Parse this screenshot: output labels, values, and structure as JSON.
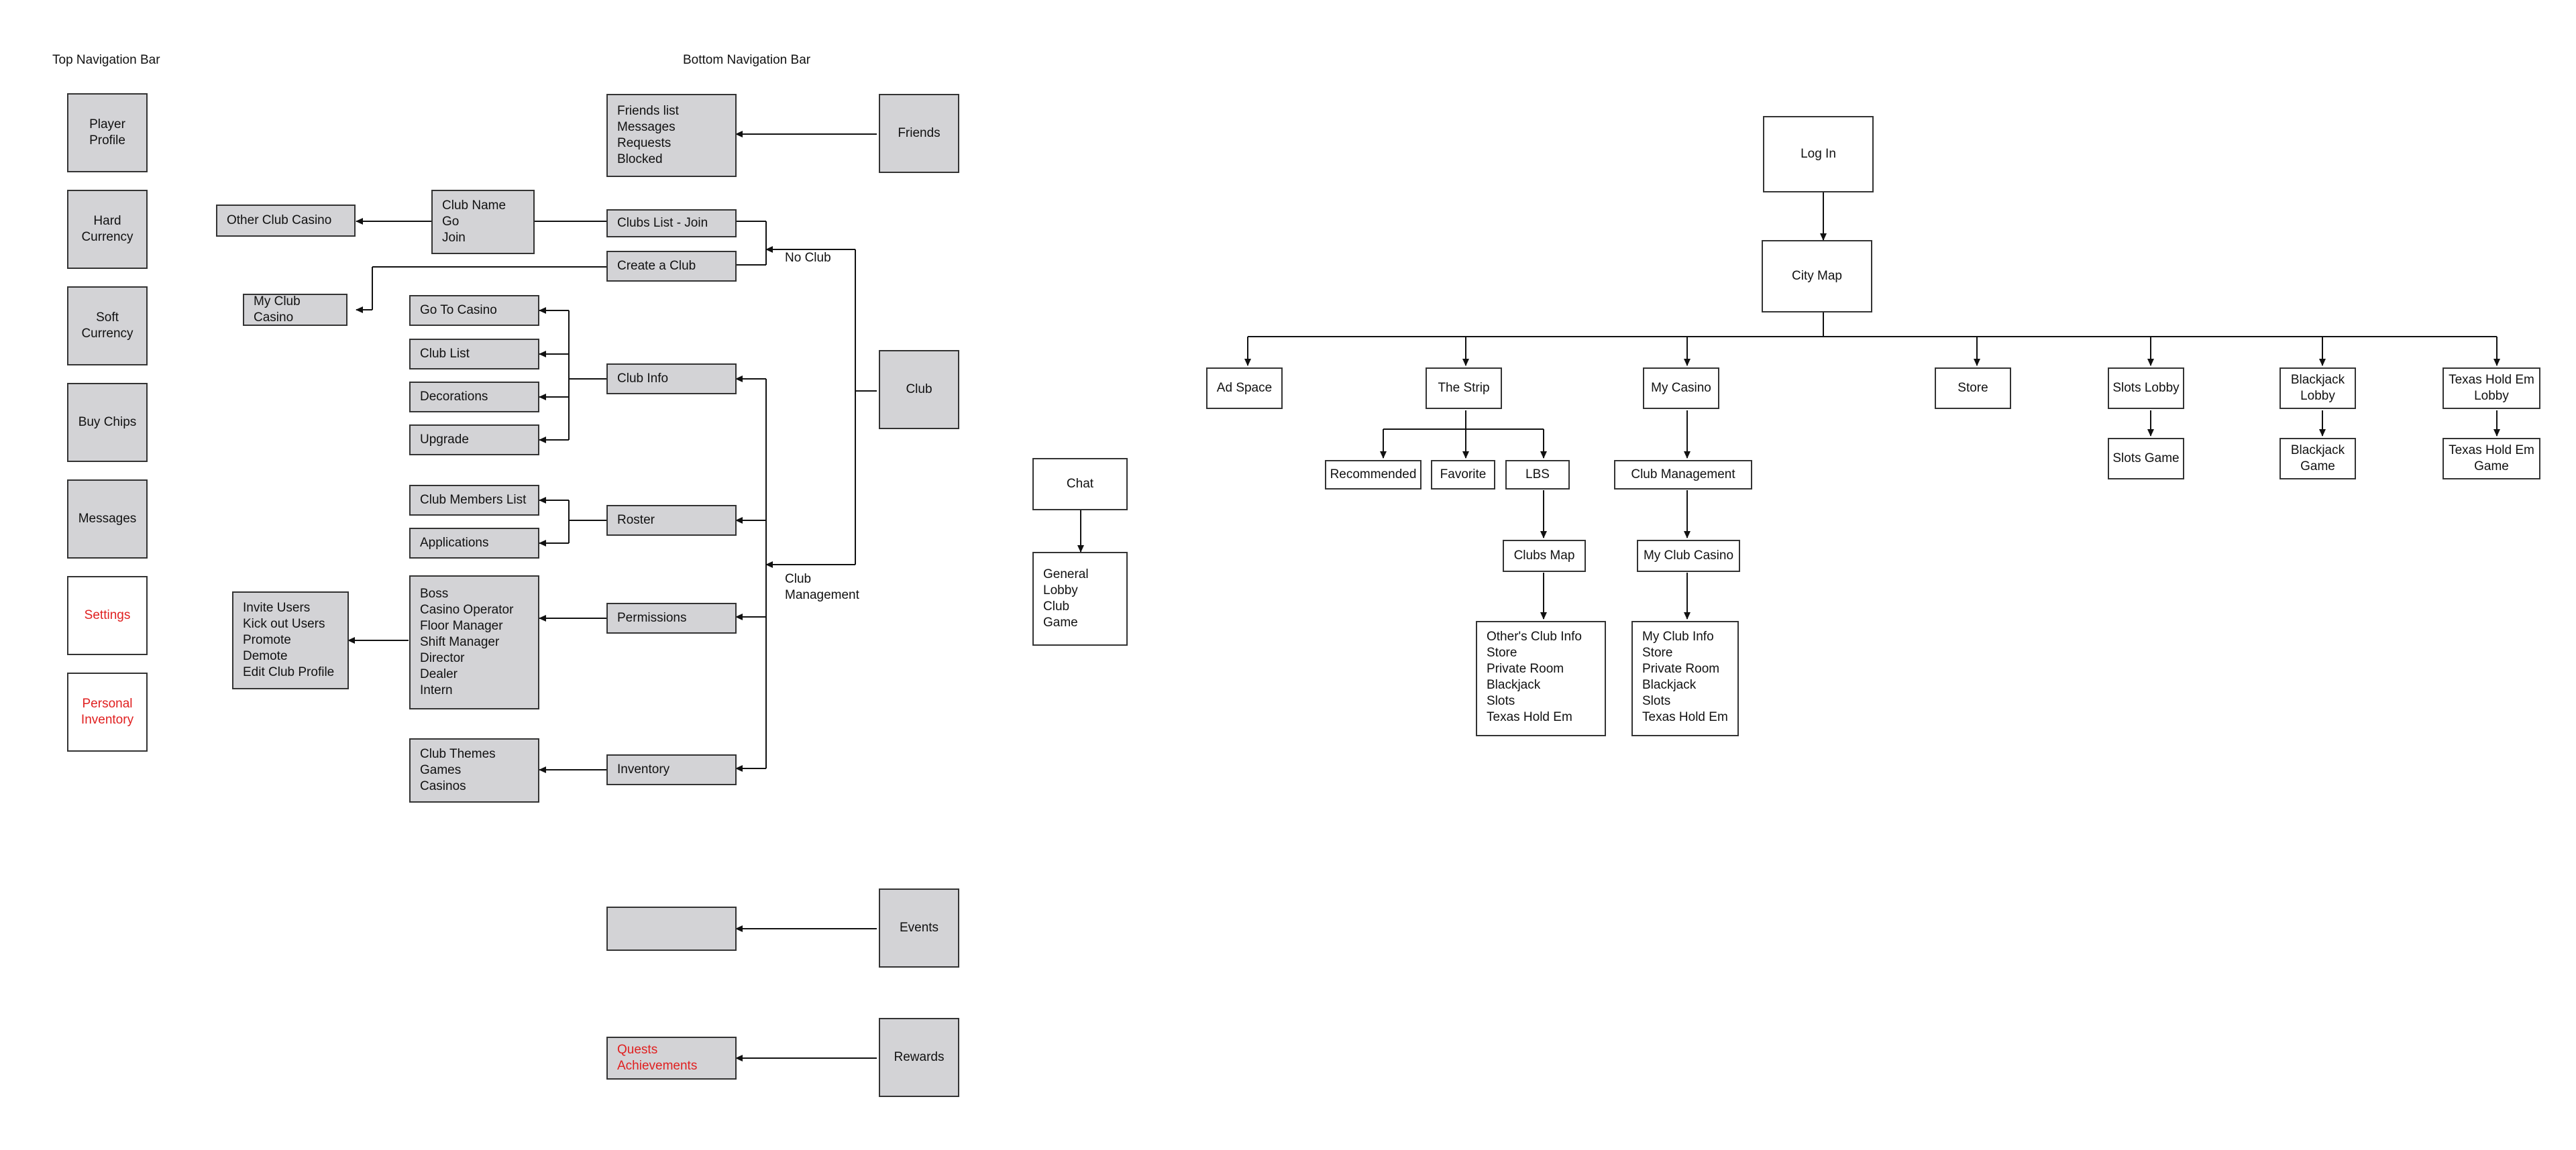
{
  "headers": {
    "top_nav": "Top Navigation Bar",
    "bottom_nav": "Bottom Navigation Bar"
  },
  "top_nav": [
    "Player Profile",
    "Hard Currency",
    "Soft Currency",
    "Buy Chips",
    "Messages",
    "Settings",
    "Personal Inventory"
  ],
  "bottom_nav": {
    "friends": "Friends",
    "friends_list": [
      "Friends list",
      "Messages",
      "Requests",
      "Blocked"
    ],
    "club": "Club",
    "no_club": "No Club",
    "club_management": "Club Management",
    "clubs_list_join": "Clubs List - Join",
    "create_club": "Create a Club",
    "club_name_list": [
      "Club Name",
      "Go",
      "Join"
    ],
    "other_club_casino": "Other Club Casino",
    "my_club_casino": "My Club Casino",
    "club_info": "Club Info",
    "club_info_items": [
      "Go To Casino",
      "Club List",
      "Decorations",
      "Upgrade"
    ],
    "roster": "Roster",
    "roster_items": [
      "Club Members List",
      "Applications"
    ],
    "permissions": "Permissions",
    "roles": [
      "Boss",
      "Casino Operator",
      "Floor Manager",
      "Shift Manager",
      "Director",
      "Dealer",
      "Intern"
    ],
    "permission_actions": [
      "Invite Users",
      "Kick out Users",
      "Promote",
      "Demote",
      "Edit Club Profile"
    ],
    "inventory": "Inventory",
    "inventory_items": [
      "Club Themes",
      "Games",
      "Casinos"
    ],
    "events": "Events",
    "rewards": "Rewards",
    "rewards_items": [
      "Quests",
      "Achievements"
    ]
  },
  "chat": {
    "title": "Chat",
    "items": [
      "General",
      "Lobby",
      "Club",
      "Game"
    ]
  },
  "city": {
    "login": "Log In",
    "city_map": "City Map",
    "ad_space": "Ad Space",
    "the_strip": "The Strip",
    "my_casino": "My Casino",
    "store": "Store",
    "slots_lobby": "Slots Lobby",
    "blackjack_lobby": "Blackjack Lobby",
    "texas_lobby": "Texas Hold Em Lobby",
    "recommended": "Recommended",
    "favorite": "Favorite",
    "lbs": "LBS",
    "club_management": "Club Management",
    "slots_game": "Slots Game",
    "blackjack_game": "Blackjack Game",
    "texas_game": "Texas Hold Em Game",
    "clubs_map": "Clubs Map",
    "my_club_casino": "My Club Casino",
    "others_club_items": [
      "Other's Club Info",
      "Store",
      "Private Room",
      "Blackjack",
      "Slots",
      "Texas Hold Em"
    ],
    "my_club_items": [
      "My Club Info",
      "Store",
      "Private Room",
      "Blackjack",
      "Slots",
      "Texas Hold Em"
    ]
  }
}
